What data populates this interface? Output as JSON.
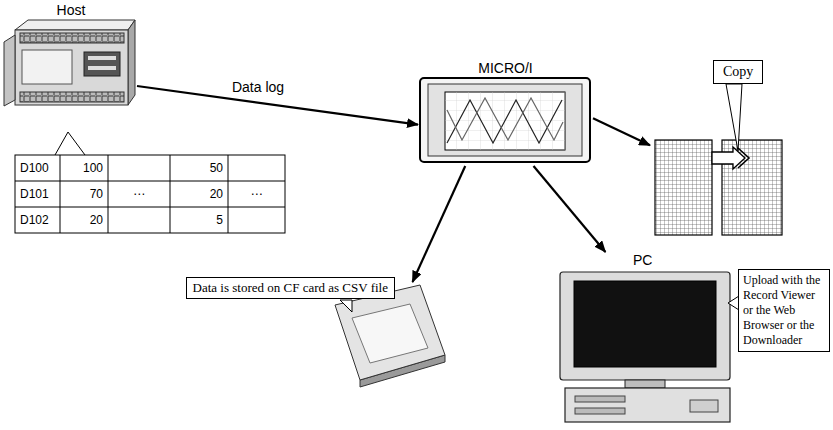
{
  "diagram": {
    "nodes": [
      {
        "text": [
          "Host"
        ]
      },
      {
        "text": [
          "MICRO/I"
        ]
      },
      {
        "text": [
          "Copy"
        ]
      },
      {
        "text": [
          "Data is stored on CF card as CSV file"
        ]
      },
      {
        "text": [
          "PC",
          "Upload with the Record Viewer or the Web Browser or the Downloader"
        ]
      }
    ],
    "edges": [
      {
        "from": 0,
        "to": 1,
        "label": "Data log",
        "arrow": "to"
      },
      {
        "from": 1,
        "to": 2,
        "arrow": "to"
      },
      {
        "from": 1,
        "to": 3,
        "arrow": "to"
      },
      {
        "from": 1,
        "to": 4,
        "arrow": "to"
      }
    ],
    "labels": [
      "D100",
      "100",
      "50",
      "D101",
      "70",
      "⋯",
      "20",
      "⋯",
      "D102",
      "20",
      "5"
    ]
  }
}
